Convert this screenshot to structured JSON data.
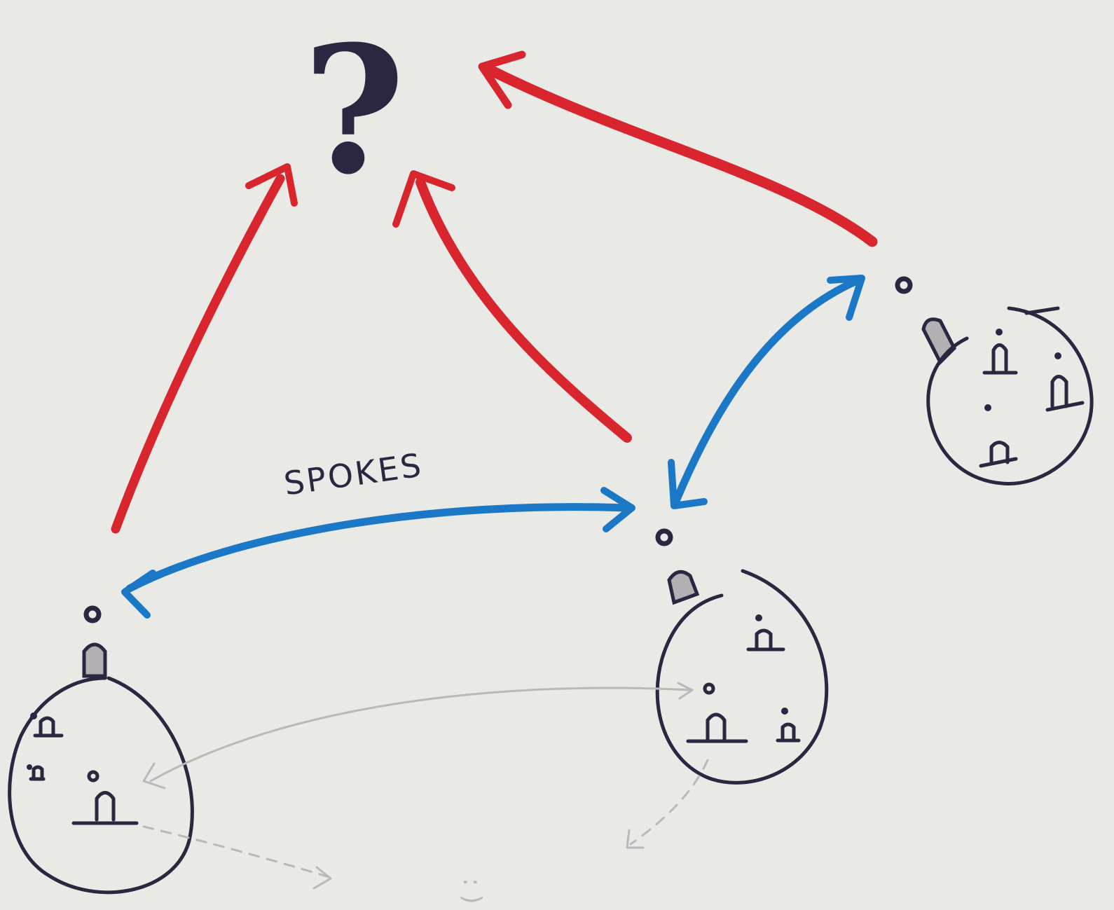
{
  "diagram": {
    "question_mark": "?",
    "spokes_label": "SPOKES",
    "smiley": ": )",
    "colors": {
      "paper": "#e9e9e6",
      "ink": "#2b2740",
      "red_arrows": "#d9262e",
      "blue_arrows": "#1b78c6",
      "pencil": "#b7b9bb",
      "tab_fill": "#b4afb3"
    },
    "groups": [
      {
        "name": "left-group",
        "people": 3
      },
      {
        "name": "middle-group",
        "people": 3
      },
      {
        "name": "right-group",
        "people": 3
      }
    ]
  }
}
